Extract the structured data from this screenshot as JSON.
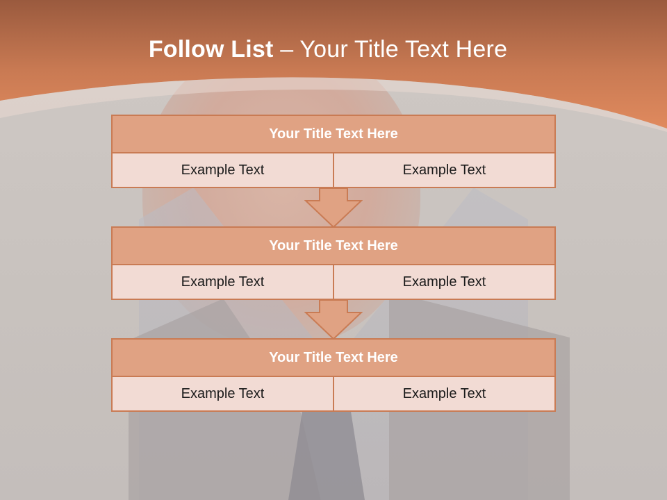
{
  "slide": {
    "title_bold": "Follow List",
    "title_rest": " – Your Title Text Here"
  },
  "colors": {
    "accent": "#d4825c",
    "box_header": "#e0a283",
    "box_border": "#c97b54",
    "box_cell": "#f2dbd4"
  },
  "steps": [
    {
      "title": "Your Title Text Here",
      "left": "Example Text",
      "right": "Example Text"
    },
    {
      "title": "Your Title Text Here",
      "left": "Example Text",
      "right": "Example Text"
    },
    {
      "title": "Your Title Text Here",
      "left": "Example Text",
      "right": "Example Text"
    }
  ],
  "icons": [
    "down-arrow-icon",
    "down-arrow-icon"
  ]
}
